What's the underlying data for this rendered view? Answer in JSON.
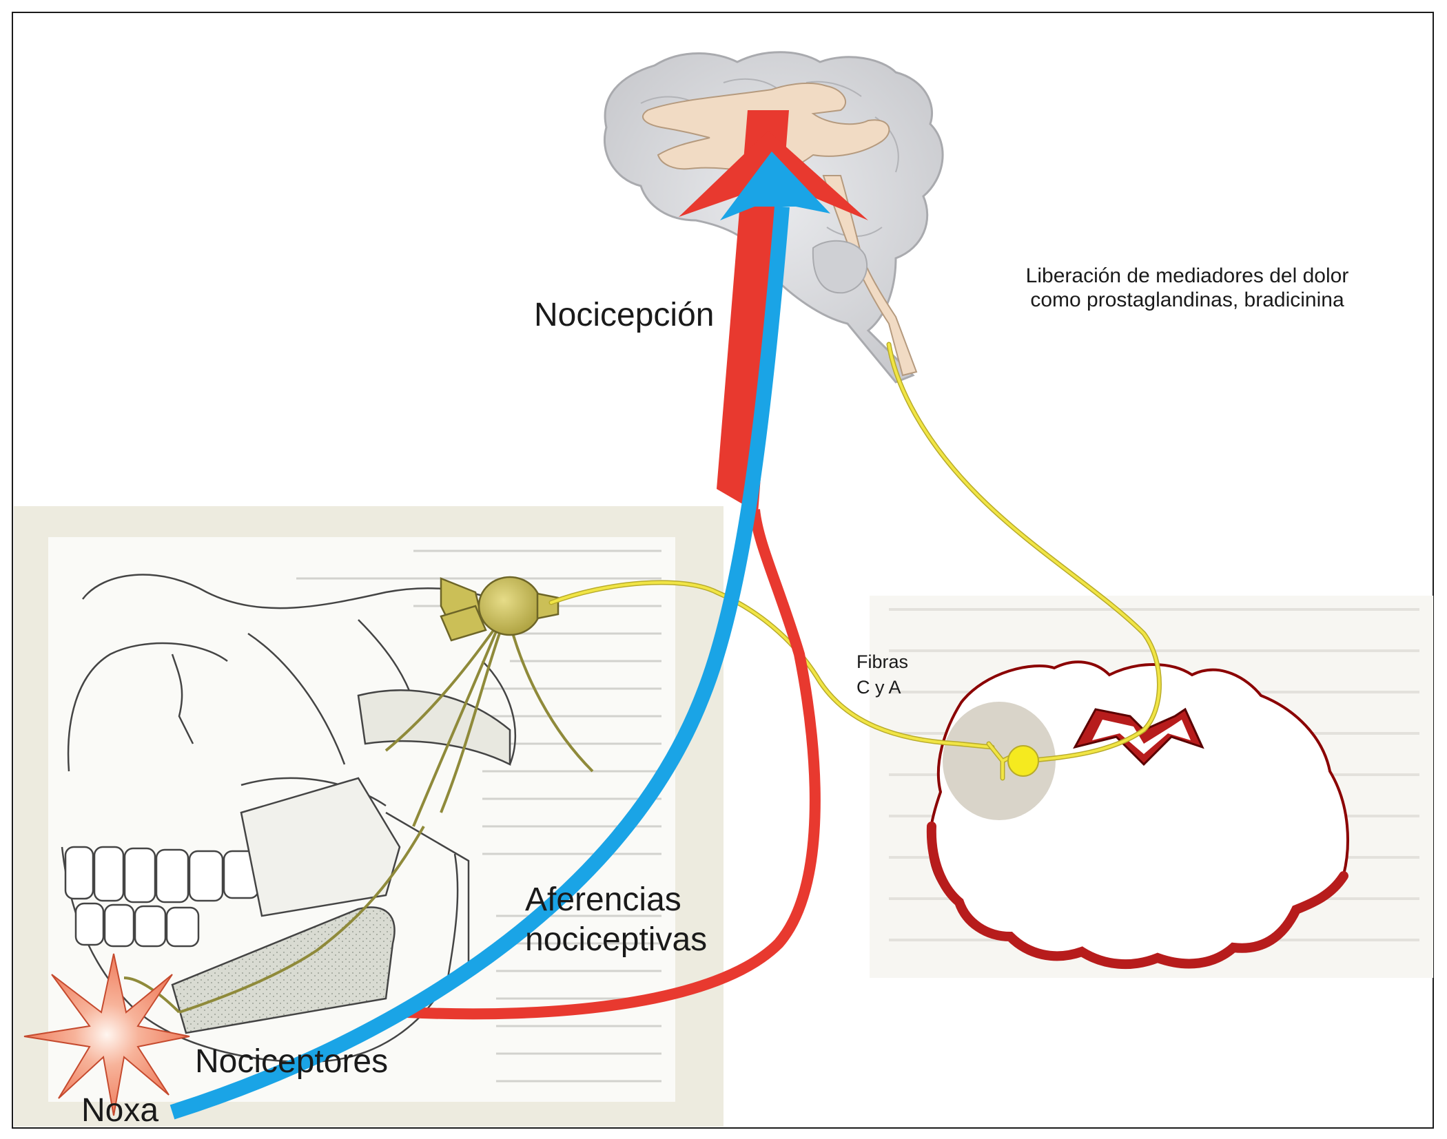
{
  "labels": {
    "nocicepcion": "Nocicepción",
    "liberacion_line1": "Liberación de mediadores del dolor",
    "liberacion_line2": "como prostaglandinas, bradicinina",
    "fibras_line1": "Fibras",
    "fibras_line2": "C y A",
    "aferencias_line1": "Aferencias",
    "aferencias_line2": "nociceptivas",
    "nociceptores": "Nociceptores",
    "noxa": "Noxa"
  },
  "colors": {
    "ascending_red": "#e8392f",
    "ascending_blue": "#1aa4e6",
    "fiber_yellow": "#f1e545",
    "brain_gray": "#d6d7db",
    "thalamus_beige": "#f1dbc4",
    "inset_panel": "#edebdf",
    "spinal_cord_red": "#b71c1c",
    "star_salmon": "#f28a6c",
    "ganglion_olive": "#cabf5a"
  },
  "icons": [
    "brain-icon",
    "spinal-cord-icon",
    "trigeminal-ganglion-icon",
    "noxa-star-icon",
    "neuron-soma-icon",
    "synapse-icon"
  ]
}
